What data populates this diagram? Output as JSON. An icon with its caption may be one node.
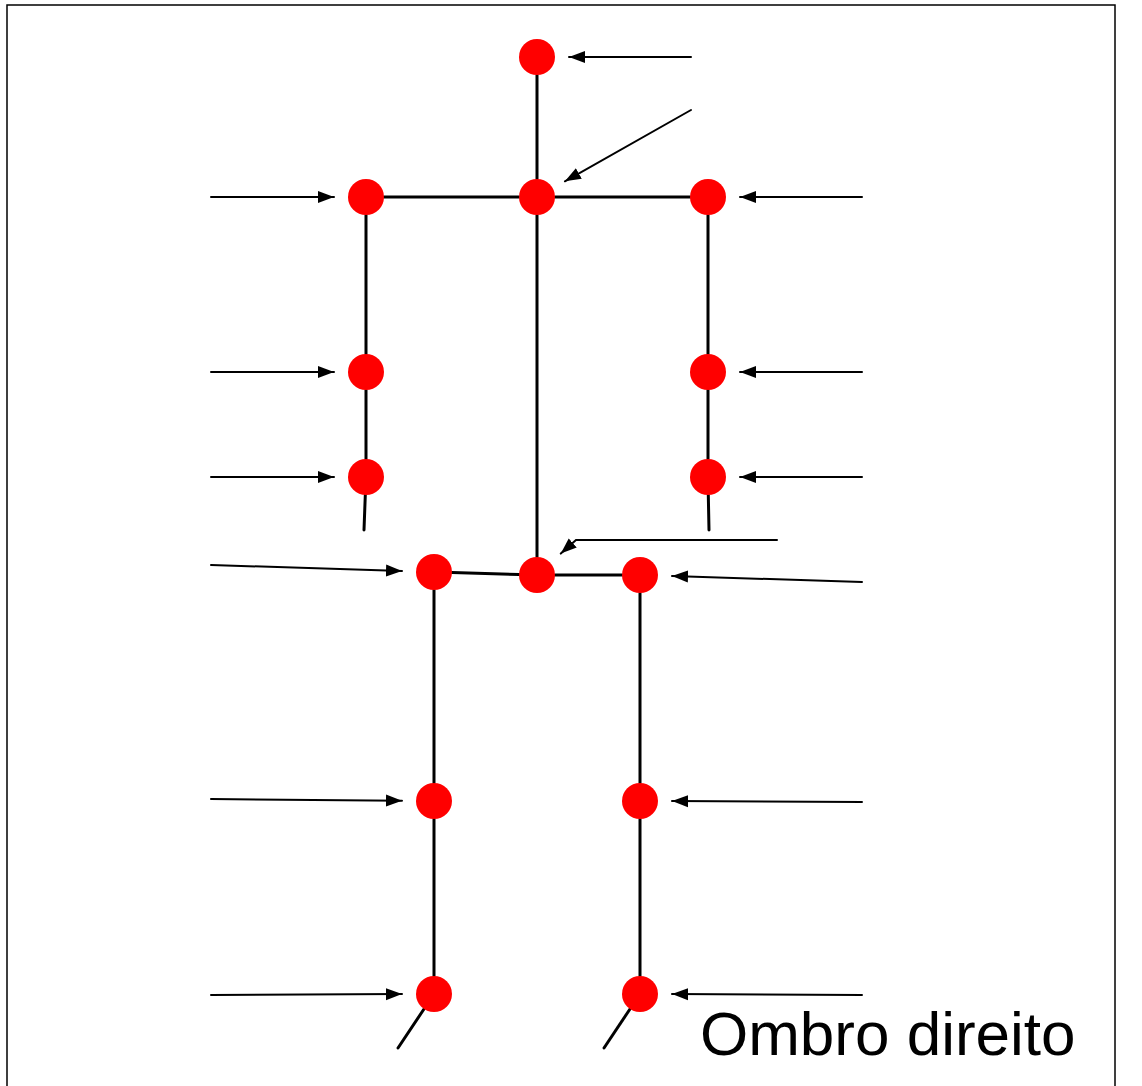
{
  "diagram": {
    "nodes": [
      {
        "text": [],
        "shape": "circle"
      },
      {
        "text": [],
        "shape": "circle"
      },
      {
        "text": [],
        "shape": "circle"
      },
      {
        "text": [],
        "shape": "circle"
      },
      {
        "text": [],
        "shape": "circle"
      },
      {
        "text": [],
        "shape": "circle"
      },
      {
        "text": [],
        "shape": "circle"
      },
      {
        "text": [],
        "shape": "circle"
      },
      {
        "text": [],
        "shape": "circle"
      },
      {
        "text": [],
        "shape": "circle"
      },
      {
        "text": [],
        "shape": "circle"
      },
      {
        "text": [],
        "shape": "circle"
      },
      {
        "text": [],
        "shape": "circle"
      },
      {
        "text": [],
        "shape": "circle"
      },
      {
        "text": [],
        "shape": "circle"
      }
    ],
    "edges": [
      {
        "from": 0,
        "to": 2,
        "arrow": "none"
      },
      {
        "from": 1,
        "to": 2,
        "arrow": "none"
      },
      {
        "from": 2,
        "to": 3,
        "arrow": "none"
      },
      {
        "from": 1,
        "to": 4,
        "arrow": "none"
      },
      {
        "from": 4,
        "to": 6,
        "arrow": "none"
      },
      {
        "from": 3,
        "to": 5,
        "arrow": "none"
      },
      {
        "from": 5,
        "to": 7,
        "arrow": "none"
      },
      {
        "from": 2,
        "to": 9,
        "arrow": "none"
      },
      {
        "from": 8,
        "to": 9,
        "arrow": "none"
      },
      {
        "from": 9,
        "to": 10,
        "arrow": "none"
      },
      {
        "from": 8,
        "to": 11,
        "arrow": "none"
      },
      {
        "from": 11,
        "to": 13,
        "arrow": "none"
      },
      {
        "from": 10,
        "to": 12,
        "arrow": "none"
      },
      {
        "from": 12,
        "to": 14,
        "arrow": "none"
      },
      {
        "from": 6,
        "to": null,
        "arrow": "none"
      },
      {
        "from": 7,
        "to": null,
        "arrow": "none"
      },
      {
        "from": 13,
        "to": null,
        "arrow": "none"
      },
      {
        "from": 14,
        "to": null,
        "arrow": "none"
      },
      {
        "from": null,
        "to": 0,
        "arrow": "to"
      },
      {
        "from": null,
        "to": 2,
        "arrow": "to"
      },
      {
        "from": null,
        "to": 1,
        "arrow": "to"
      },
      {
        "from": null,
        "to": 3,
        "arrow": "to"
      },
      {
        "from": null,
        "to": 4,
        "arrow": "to"
      },
      {
        "from": null,
        "to": 5,
        "arrow": "to"
      },
      {
        "from": null,
        "to": 6,
        "arrow": "to"
      },
      {
        "from": null,
        "to": 7,
        "arrow": "to"
      },
      {
        "from": null,
        "to": 8,
        "arrow": "to"
      },
      {
        "from": null,
        "to": 9,
        "arrow": "to"
      },
      {
        "from": null,
        "to": 10,
        "arrow": "to"
      },
      {
        "from": null,
        "to": 11,
        "arrow": "to"
      },
      {
        "from": null,
        "to": 12,
        "arrow": "to"
      },
      {
        "from": null,
        "to": 13,
        "arrow": "to"
      },
      {
        "from": null,
        "to": 14,
        "arrow": "to"
      }
    ],
    "labels": [
      "Ombro direito"
    ]
  }
}
